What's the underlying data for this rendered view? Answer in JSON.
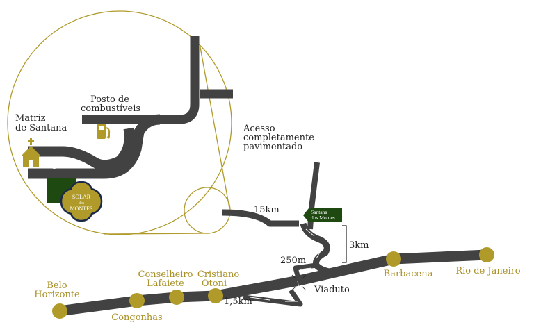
{
  "inset": {
    "church_label": [
      "Matriz",
      "de Santana"
    ],
    "fuel_label": [
      "Posto de",
      "combustíveis"
    ],
    "logo_text": [
      "SOLAR",
      "dos",
      "MONTES"
    ]
  },
  "access_note": [
    "Acesso",
    "completamente",
    "pavimentado"
  ],
  "sign": [
    "Santana",
    "dos Montes"
  ],
  "distances": {
    "d15": "15km",
    "d3": "3km",
    "d250": "250m",
    "d15b": "1,5km"
  },
  "viaduct": "Viaduto",
  "cities": [
    "Belo Horizonte",
    "Congonhas",
    "Conselheiro Lafaiete",
    "Cristiano Otoni",
    "Barbacena",
    "Rio de Janeiro"
  ],
  "city_lines": {
    "bh": [
      "Belo",
      "Horizonte"
    ],
    "lafaiete": [
      "Conselheiro",
      "Lafaiete"
    ],
    "otoni": [
      "Cristiano",
      "Otoni"
    ]
  },
  "colors": {
    "road": "#424242",
    "gold": "#b09a2a",
    "green": "#1e4a12",
    "navy": "#1c2a4a"
  }
}
